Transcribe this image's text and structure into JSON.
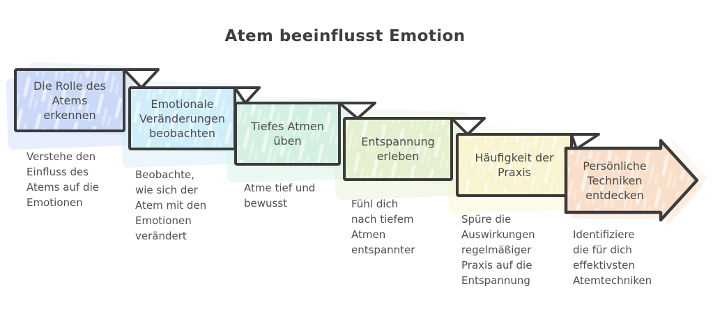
{
  "title": "Atem beeinflusst Emotion",
  "colors": {
    "border": "#3b3b3b",
    "title_text": "#3f3f3f",
    "label_text": "#4a4a4a",
    "description_text": "#4f4f4f",
    "background": "#ffffff"
  },
  "steps": [
    {
      "label": "Die Rolle des\nAtems\nerkennen",
      "description": "Verstehe den\nEinfluss des\nAtems auf die\nEmotionen",
      "fill": "#cbd9f9"
    },
    {
      "label": "Emotionale\nVeränderungen\nbeobachten",
      "description": "Beobachte,\nwie sich der\nAtem mit den\nEmotionen\nverändert",
      "fill": "#cfeefa"
    },
    {
      "label": "Tiefes Atmen\nüben",
      "description": "Atme tief und\nbewusst",
      "fill": "#d4f0e3"
    },
    {
      "label": "Entspannung\nerleben",
      "description": "Fühl dich\nnach tiefem\nAtmen\nentspannter",
      "fill": "#e4f0cf"
    },
    {
      "label": "Häufigkeit der\nPraxis",
      "description": "Spüre die\nAuswirkungen\nregelmäßiger\nPraxis auf die\nEntspannung",
      "fill": "#f9f3cf"
    },
    {
      "label": "Persönliche\nTechniken\nentdecken",
      "description": "Identifiziere\ndie für dich\neffektivsten\nAtemtechniken",
      "fill": "#f9dfc9"
    }
  ]
}
